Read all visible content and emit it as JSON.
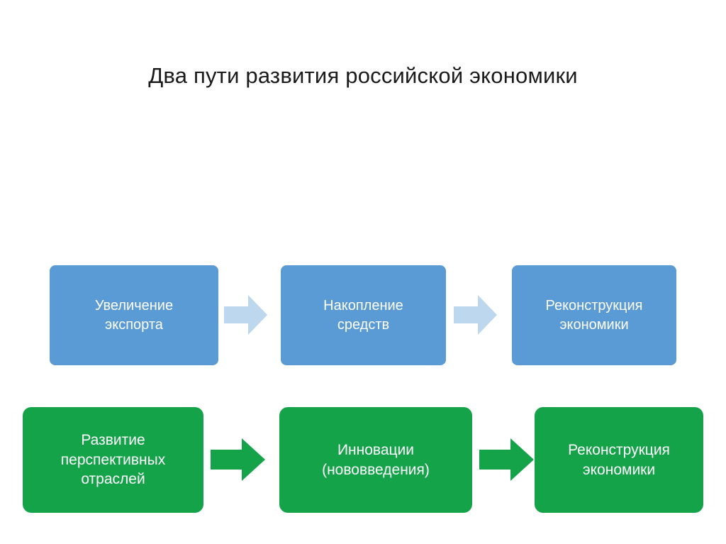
{
  "slide": {
    "title": "Два пути развития российской экономики",
    "background_color": "#ffffff",
    "title_color": "#1a1a1a"
  },
  "diagram": {
    "type": "flow",
    "rows": [
      {
        "name": "export-path",
        "color": "#5b9bd5",
        "arrow_color": "#bdd7ee",
        "boxes": [
          {
            "label": "Увеличение\nэкспорта"
          },
          {
            "label": "Накопление\nсредств"
          },
          {
            "label": "Реконструкция\nэкономики"
          }
        ]
      },
      {
        "name": "innovation-path",
        "color": "#15a34a",
        "arrow_color": "#15a34a",
        "boxes": [
          {
            "label": "Развитие\nперспективных\nотраслей"
          },
          {
            "label": "Инновации\n(нововведения)"
          },
          {
            "label": "Реконструкция\nэкономики"
          }
        ]
      }
    ]
  },
  "boxes": {
    "export": "Увеличение\nэкспорта",
    "funds": "Накопление\nсредств",
    "reconstruction_blue": "Реконструкция\nэкономики",
    "branches": "Развитие\nперспективных\nотраслей",
    "innovations": "Инновации\n(нововведения)",
    "reconstruction_green": "Реконструкция\nэкономики"
  }
}
